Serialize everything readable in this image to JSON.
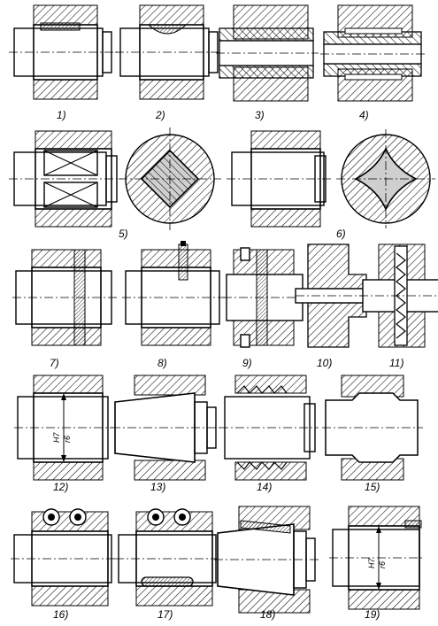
{
  "figure": {
    "panels": [
      {
        "label": "1)"
      },
      {
        "label": "2)"
      },
      {
        "label": "3)"
      },
      {
        "label": "4)"
      },
      {
        "label": "5)"
      },
      {
        "label": "6)"
      },
      {
        "label": "7)"
      },
      {
        "label": "8)"
      },
      {
        "label": "9)"
      },
      {
        "label": "10)"
      },
      {
        "label": "11)"
      },
      {
        "label": "12)",
        "fit": [
          "H7",
          "r6"
        ]
      },
      {
        "label": "13)"
      },
      {
        "label": "14)"
      },
      {
        "label": "15)"
      },
      {
        "label": "16)"
      },
      {
        "label": "17)"
      },
      {
        "label": "18)"
      },
      {
        "label": "19)",
        "fit": [
          "H7",
          "r6"
        ]
      }
    ]
  },
  "colors": {
    "ink": "#000000",
    "paper": "#ffffff",
    "section": "#bdbdbd"
  }
}
